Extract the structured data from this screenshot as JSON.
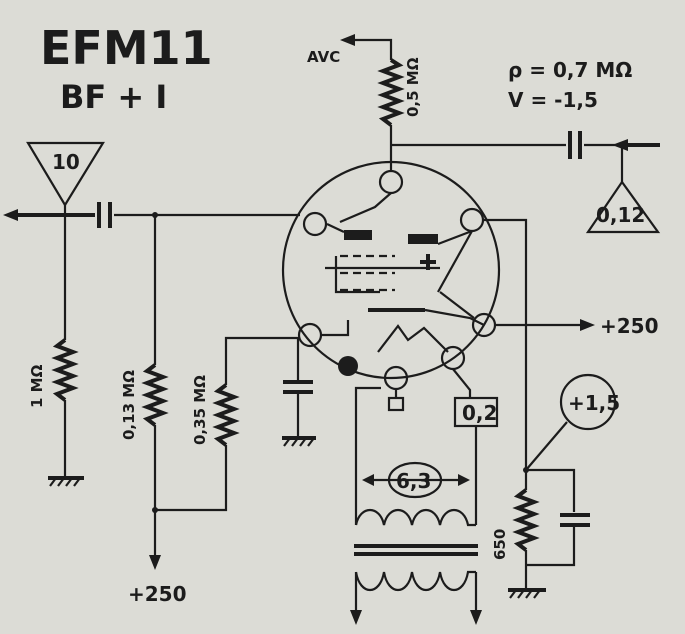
{
  "tube": {
    "name": "EFM11",
    "function": "BF + I"
  },
  "params": {
    "rho": "ρ = 0,7 MΩ",
    "v": "V = -1,5"
  },
  "labels": {
    "avc": "AVC",
    "r_anode": "0,5 MΩ",
    "gain_in": "10",
    "gain_out": "0,12",
    "r_grid": "1 MΩ",
    "r_013": "0,13 MΩ",
    "r_035": "0,35 MΩ",
    "plus250_right": "+250",
    "plus250_bottom": "+250",
    "heater_current": "0,2",
    "heater_voltage": "6,3",
    "cathode_v": "+1,5",
    "r_cathode": "650"
  },
  "colors": {
    "background": "#dcdcd6",
    "ink": "#1c1c1c"
  }
}
